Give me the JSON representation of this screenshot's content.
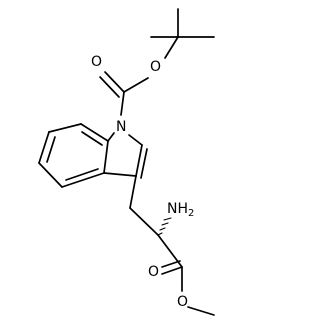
{
  "molecule": {
    "atoms": {
      "nitrogen_indole": "N",
      "oxygen_carbonyl_boc": "O",
      "oxygen_ester_boc": "O",
      "amine": {
        "symbol": "NH",
        "subscript": "2"
      },
      "oxygen_carbonyl_ester": "O",
      "oxygen_ester_methyl": "O"
    }
  }
}
